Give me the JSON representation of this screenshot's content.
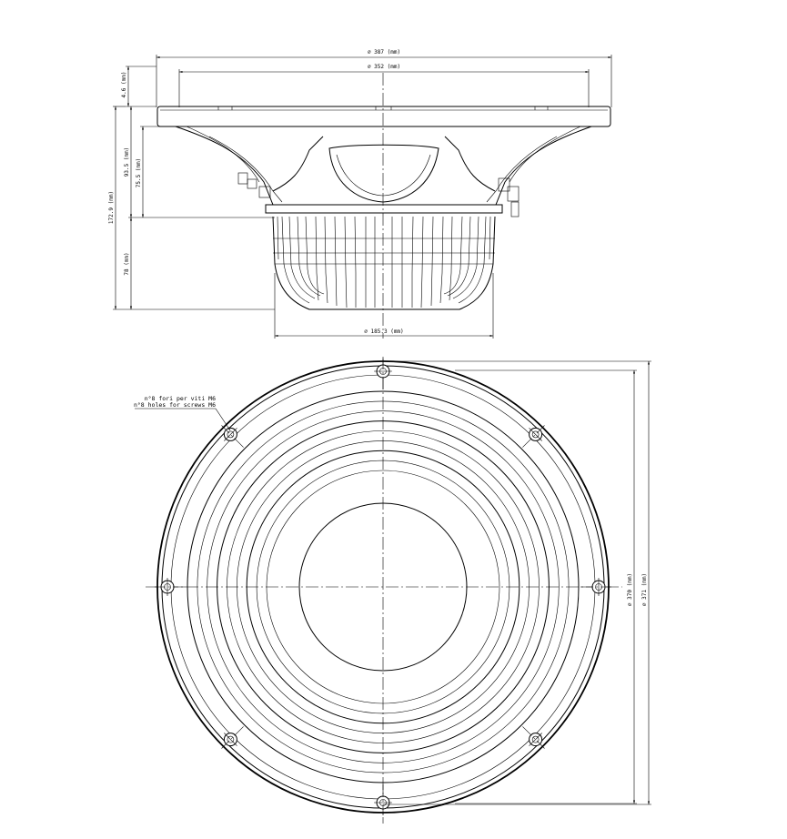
{
  "side_view": {
    "dimensions": {
      "outer_diameter": "⌀ 387 (mm)",
      "inner_diameter": "⌀ 352 (mm)",
      "flange_thickness": "4.6 (mm)",
      "frame_depth": "93.5 (mm)",
      "basket_depth": "75.5 (mm)",
      "total_depth": "172.9 (mm)",
      "magnet_height": "78 (mm)",
      "magnet_diameter": "⌀ 185.3 (mm)"
    }
  },
  "front_view": {
    "screw_note_it": "n°8 fori per viti M6",
    "screw_note_en": "n°8 holes for screws M6",
    "dimensions": {
      "bolt_circle": "⌀ 370 (mm)",
      "hole_span": "⌀ 371 (mm)"
    },
    "hole_count": 8,
    "surround_rings": 9
  }
}
